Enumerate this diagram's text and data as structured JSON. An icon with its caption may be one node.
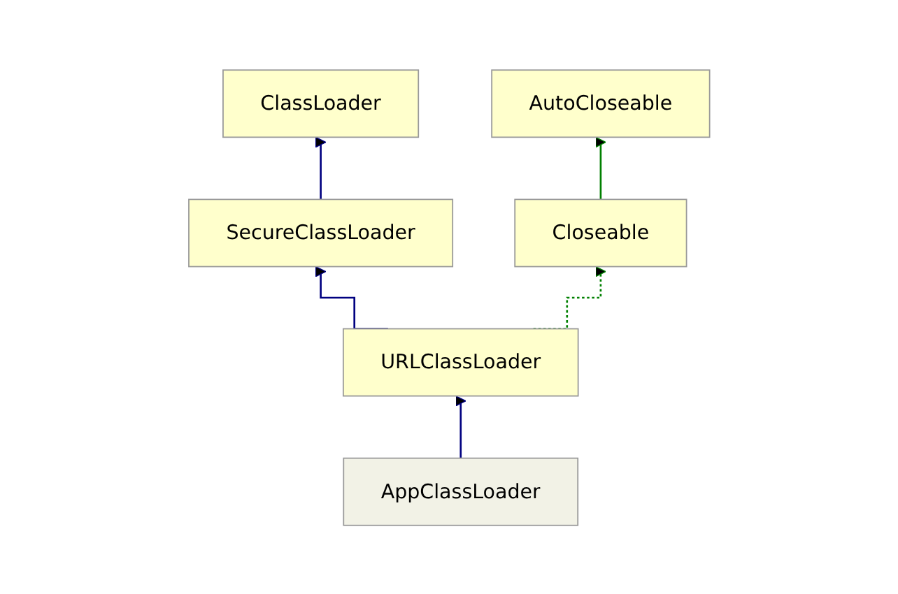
{
  "diagram": {
    "nodes": [
      {
        "text": [
          "ClassLoader"
        ]
      },
      {
        "text": [
          "AutoCloseable"
        ]
      },
      {
        "text": [
          "SecureClassLoader"
        ]
      },
      {
        "text": [
          "Closeable"
        ]
      },
      {
        "text": [
          "URLClassLoader"
        ]
      },
      {
        "text": [
          "AppClassLoader"
        ]
      }
    ],
    "edges": [
      {
        "from": 2,
        "to": 0,
        "arrow": "to"
      },
      {
        "from": 3,
        "to": 1,
        "arrow": "to",
        "color": "#008000"
      },
      {
        "from": 4,
        "to": 2,
        "arrow": "to"
      },
      {
        "from": 4,
        "to": 3,
        "arrow": "to",
        "style": "dashed",
        "color": "#008000"
      },
      {
        "from": 5,
        "to": 4,
        "arrow": "to"
      }
    ]
  }
}
